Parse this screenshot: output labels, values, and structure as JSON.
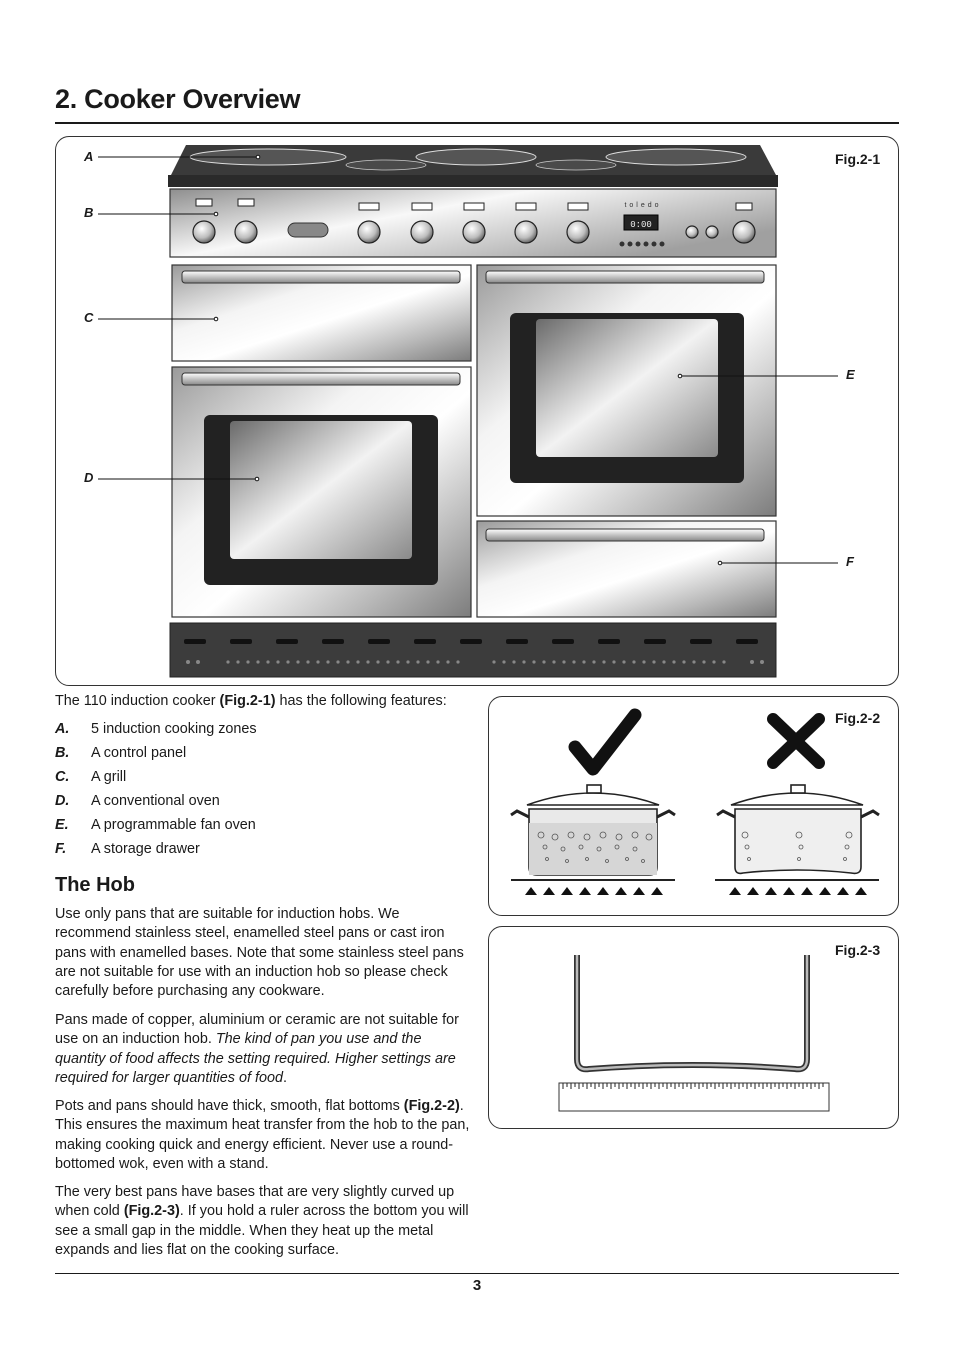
{
  "page": {
    "title": "2.  Cooker Overview",
    "page_number": "3"
  },
  "fig1": {
    "label": "Fig.2-1",
    "brand": "toledo",
    "display": "0:00",
    "callouts": [
      "A",
      "B",
      "C",
      "D",
      "E",
      "F"
    ]
  },
  "fig2": {
    "label": "Fig.2-2"
  },
  "fig3": {
    "label": "Fig.2-3"
  },
  "intro": {
    "before": "The 110 induction cooker ",
    "ref": "(Fig.2-1)",
    "after": " has the following features:"
  },
  "features": [
    {
      "letter": "A.",
      "text": "5 induction cooking zones"
    },
    {
      "letter": "B.",
      "text": "A control panel"
    },
    {
      "letter": "C.",
      "text": "A grill"
    },
    {
      "letter": "D.",
      "text": "A conventional oven"
    },
    {
      "letter": "E.",
      "text": "A programmable fan oven"
    },
    {
      "letter": "F.",
      "text": "A storage drawer"
    }
  ],
  "hob": {
    "heading": "The Hob",
    "p1": "Use only pans that are suitable for induction hobs. We recommend stainless steel, enamelled steel pans or cast iron pans with enamelled bases. Note that some stainless steel pans are not suitable for use with an induction hob so please check carefully before purchasing any cookware.",
    "p2_normal": "Pans made of copper, aluminium or ceramic are not suitable for use on an induction hob. ",
    "p2_italic": "The kind of pan you use and the quantity of food affects the setting required. Higher settings are required for larger quantities of food",
    "p2_end": ".",
    "p3_a": "Pots and pans should have thick, smooth, flat bottoms ",
    "p3_ref": "(Fig.2-2)",
    "p3_b": ". This ensures the maximum heat transfer from the hob to the pan, making cooking quick and energy efficient. Never use a round-bottomed wok, even with a stand.",
    "p4_a": "The very best pans have bases that are very slightly curved up when cold ",
    "p4_ref": "(Fig.2-3)",
    "p4_b": ". If you hold a ruler across the bottom you will see a small gap in the middle. When they heat up the metal expands and lies flat on the cooking surface."
  }
}
